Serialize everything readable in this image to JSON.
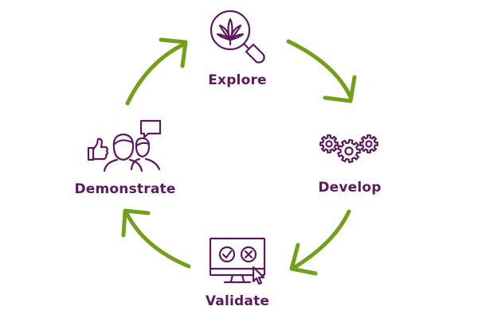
{
  "colors": {
    "primary": "#5b1a5e",
    "arrow": "#72a01c",
    "background": "#ffffff"
  },
  "stages": [
    {
      "label": "Explore",
      "icon": "cannabis-magnifier-icon"
    },
    {
      "label": "Develop",
      "icon": "gears-icon"
    },
    {
      "label": "Validate",
      "icon": "monitor-check-cross-icon"
    },
    {
      "label": "Demonstrate",
      "icon": "people-thumbs-up-chat-icon"
    }
  ],
  "flow_direction": "clockwise"
}
